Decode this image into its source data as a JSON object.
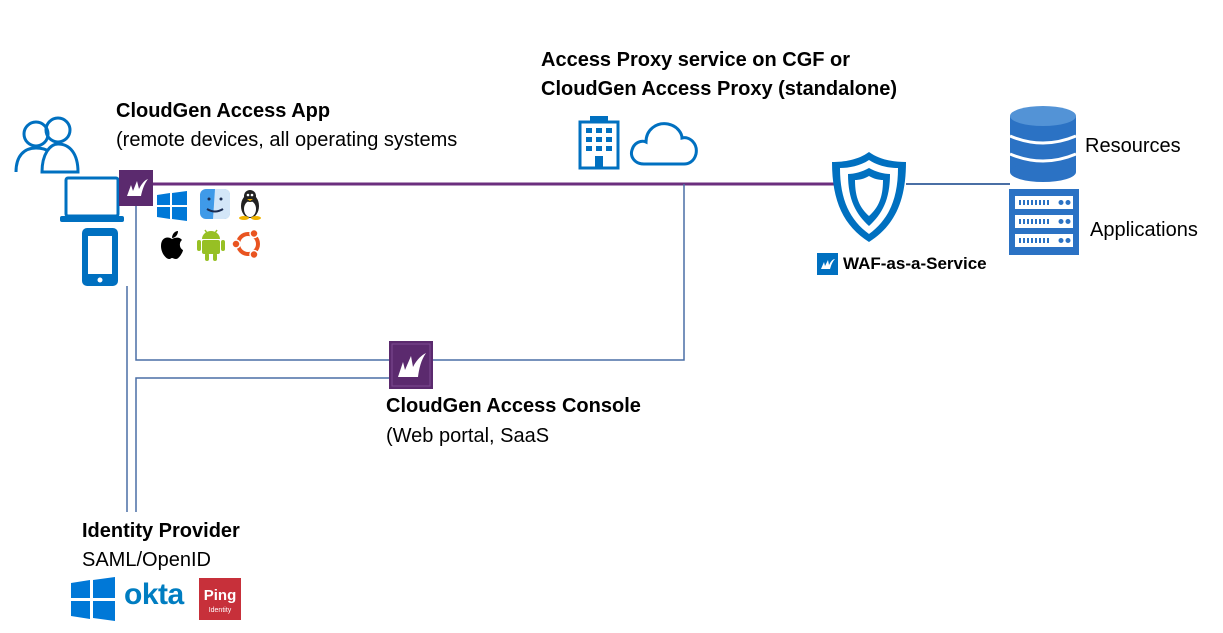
{
  "app": {
    "title": "CloudGen Access App",
    "subtitle": "(remote devices, all operating systems"
  },
  "proxy": {
    "line1": "Access Proxy service on CGF or",
    "line2": "CloudGen Access Proxy (standalone)"
  },
  "console": {
    "title": "CloudGen Access Console",
    "subtitle": "(Web portal, SaaS"
  },
  "identity": {
    "title": "Identity Provider",
    "subtitle": "SAML/OpenID",
    "okta_text": "okta",
    "ping_text": "Ping",
    "ping_sub": "Identity"
  },
  "waf": {
    "label": "WAF-as-a-Service"
  },
  "resources": {
    "label": "Resources"
  },
  "applications": {
    "label": "Applications"
  },
  "colors": {
    "purple_line": "#6b2e7e",
    "blue_line": "#4a6fa5",
    "icon_blue": "#0070c0",
    "barracuda_purple": "#5b2a6e"
  }
}
